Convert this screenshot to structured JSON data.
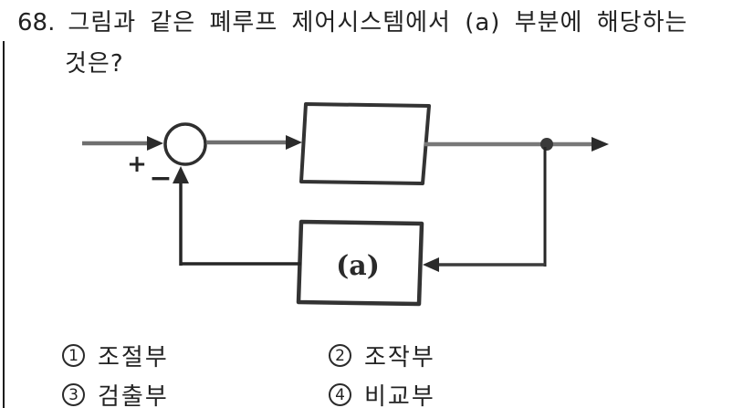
{
  "question": {
    "number": "68.",
    "line1": "그림과 같은 폐루프 제어시스템에서 (a) 부분에 해당하는",
    "line2": "것은?"
  },
  "diagram": {
    "type": "closed-loop-control-block-diagram",
    "plus_sign": "+",
    "minus_sign": "−",
    "forward_block_label": "",
    "feedback_block_label": "(a)"
  },
  "options": [
    {
      "number": "1",
      "label": "조절부"
    },
    {
      "number": "2",
      "label": "조작부"
    },
    {
      "number": "3",
      "label": "검출부"
    },
    {
      "number": "4",
      "label": "비교부"
    }
  ],
  "colors": {
    "ink": "#1f1f1f",
    "signal_line_gray": "#6f6f6f",
    "feedback_line_dark": "#262626",
    "block_border": "#333333",
    "background": "#ffffff"
  }
}
